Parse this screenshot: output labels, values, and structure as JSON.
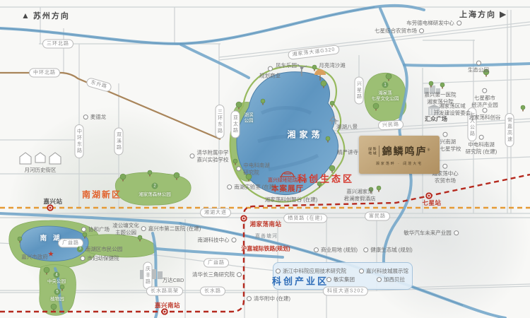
{
  "directions": {
    "suzhou": "苏州方向",
    "shanghai": "上海方向"
  },
  "icons": {
    "north_arrow": "▲",
    "east_arrow": "▶",
    "star": "★"
  },
  "zones": {
    "nanhu_new": "南湖新区",
    "sci_eco": "科创生态区",
    "sci_industry": "科创产业区"
  },
  "lakes": {
    "xiangjiadang": "湘家荡",
    "nanhu": "南 湖"
  },
  "river": {
    "jiashan": "嘉善塘河"
  },
  "project": {
    "brand_left": "绿地",
    "brand_right": "新城",
    "name": "錦鳞鸣庐",
    "mark": "®",
    "tagline": "湘家荡畔 · 阔境大宅"
  },
  "sales": {
    "line1": "嘉兴绿地铂瑞酒店",
    "line2": "本案展厅"
  },
  "rail": {
    "planned": "沪嘉城际铁路(规划)"
  },
  "stations": {
    "jiaxing": "嘉兴站",
    "xjd_south": "湘家荡南站",
    "qixing": "七星站",
    "jx_south": "嘉兴南站"
  },
  "roads": {
    "sanhuan_north": "三环北路",
    "zhonghuan_north": "中环北路",
    "dongsheng": "东升路",
    "xjd_avenue_g320": "湘家荡大道G320",
    "zhonghuan_east": "中环东路",
    "shuangxi": "双溪路",
    "sanhuan_east": "三环东路",
    "yatai": "亚太路",
    "xingxing": "兴星路",
    "xingmin": "兴民路",
    "qida": "七大公路",
    "changjia_expwy": "常嘉高速",
    "xianghu_avenue": "湘湖大道",
    "qixian": "栖贤路 (在建)",
    "fumin": "富民路",
    "guangyi": "广益路",
    "qingfeng": "庆丰路",
    "changshui_viaduct": "长水路高架",
    "changshui": "长水路",
    "keji_s202": "科技大道S202"
  },
  "pois": {
    "maidelong": "麦德龙",
    "yuehe": "月河历史街区",
    "qixing_market": "七星综合农贸市场",
    "elevator_rd": "布劳德电梯研发中心",
    "eco_park": "生态公园",
    "planned_biz": "规划商业",
    "windmill_park": "风车乐园",
    "moonbay_beach": "月亮湾沙滩",
    "xianghu_scenes": "湘湖八景",
    "jingyan_temple": "精严讲寺",
    "first_hospital": "嘉兴第一医院\n湘家荡分院",
    "xjd_committee": "湘家荡区域\n开发建设管委会",
    "huizhong_plaza": "汇众广场",
    "qixing_metro_park": "七星都市\n经济产业园",
    "xjd_sci_valley": "湘家荡科创谷",
    "cetc_east": "中电科南湖\n研究院 (在建)",
    "qixing_school": "嘉兴南湖\n国际七星学校",
    "xjd_central_market": "湘家荡中心\n农贸市场",
    "minhua_park": "敏华汽车未来产业园",
    "cetc_west": "中电科南湖\n研究院",
    "nanhu_lab": "南湖实验室 (在建)",
    "xjd_smart_valley": "湘家荡科创智谷 (在建)",
    "junlan_hotel": "嘉兴湘家荡\n君澜度假酒店",
    "qinghua_school": "清华附属中学\n嘉兴实验学校",
    "xiehe_plaza": "协和广场",
    "linggongtang_park": "凌公塘文化\n主题公园",
    "second_hospital": "嘉兴市第二医院 (在建)",
    "nanhu_tech_center": "南湖科技中心",
    "tsinghua_yangtze": "清华长三角研究院",
    "wanda_cbd": "万达CBD",
    "qinghua_fuzhong": "清华附中 (在建)",
    "biz_land": "商业用地 (规划)",
    "health_eco_city": "健康生态城 (规划)",
    "zj_cas_institute": "浙江中科院应用技术研究院",
    "sci_city_hall": "嘉兴科技城展示馆",
    "minshi_group": "敏实集团",
    "jiaxibeila": "加西贝拉",
    "city_gov": "嘉兴市政府",
    "citizen_park": "南湖区市民公园",
    "maternity_hospital": "市妇幼保健院"
  },
  "parks": {
    "central_park": "中央公园",
    "botanical": "植物园",
    "forest_park": "湘家荡森林公园",
    "qixing_culture": "湘家荡\n七星文化公园",
    "lakeside": "湖滨\n公园"
  },
  "badges": {
    "b1": "1",
    "b2": "2",
    "b3": "3",
    "b4": "4",
    "b5": "5"
  },
  "colors": {
    "rail_red": "#b5291e",
    "rail_orange": "#e59a35",
    "zone_orange": "#e2612b",
    "zone_red": "#d63a2f",
    "zone_blue": "#2f6db8",
    "gold": "#c0a274",
    "lake_blue": "#6d9fc4",
    "park_green": "#9cbf74"
  }
}
